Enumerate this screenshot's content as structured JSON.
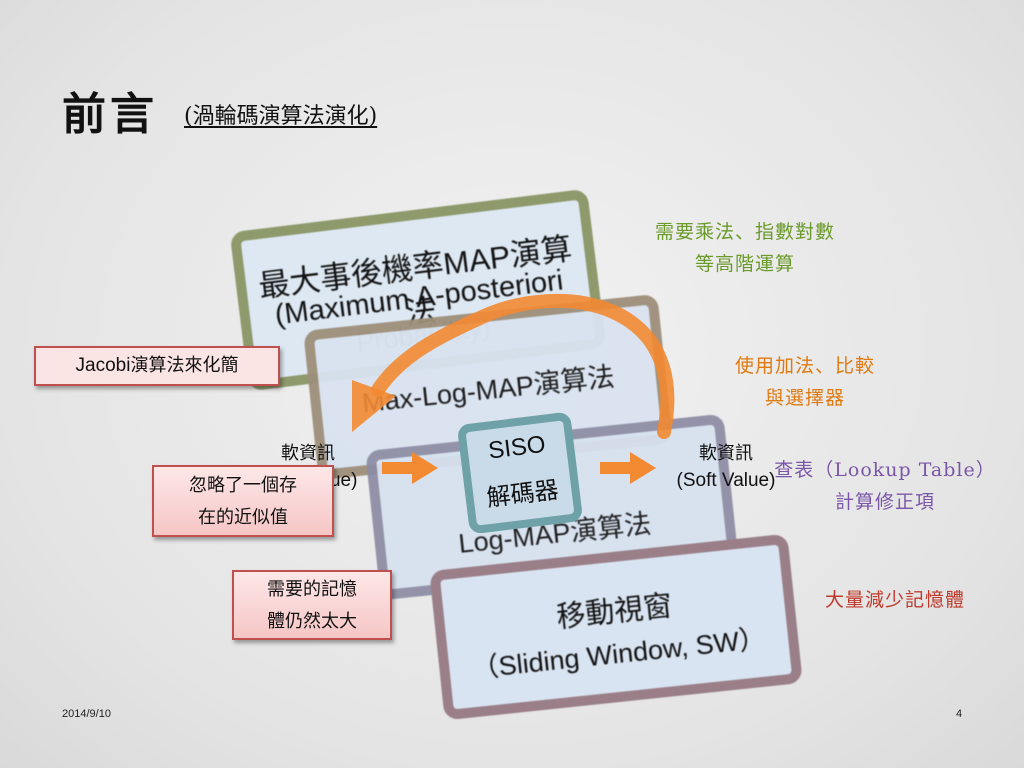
{
  "slide": {
    "title": "前言",
    "subtitle": "(渦輪碼演算法演化)"
  },
  "cards": {
    "map": {
      "line1": "最大事後機率MAP演算法",
      "line2": "(Maximum A-posteriori",
      "line3": "Probability)"
    },
    "maxlog": {
      "label": "Max-Log-MAP演算法"
    },
    "log": {
      "label": "Log-MAP演算法"
    },
    "sw": {
      "line1": "移動視窗",
      "line2": "（Sliding Window, SW）"
    },
    "siso": {
      "line1": "SISO",
      "line2": "解碼器"
    }
  },
  "io": {
    "input": {
      "zh": "軟資訊",
      "en": "(Soft Value)"
    },
    "output": {
      "zh": "軟資訊",
      "en": "(Soft Value)"
    }
  },
  "notes": {
    "multiply": [
      "需要乘法、指數對數",
      "等高階運算"
    ],
    "add_compare": [
      "使用加法、比較",
      "與選擇器"
    ],
    "lookup": [
      "查表（Lookup Table）",
      "計算修正項"
    ],
    "reduce_memory": "大量減少記憶體"
  },
  "boxes": {
    "jacobi": {
      "en": "Jacobi",
      "zh": "演算法來化簡"
    },
    "ignore": [
      "忽略了一個存",
      "在的近似值"
    ],
    "memory": [
      "需要的記憶",
      "體仍然太大"
    ]
  },
  "footer": {
    "date": "2014/9/10",
    "page": "4"
  },
  "colors": {
    "arrow": "#f28a32",
    "green_note": "#6a9a2a",
    "orange_note": "#e07a10",
    "purple_note": "#7a56a8",
    "red_note": "#c0392b"
  }
}
